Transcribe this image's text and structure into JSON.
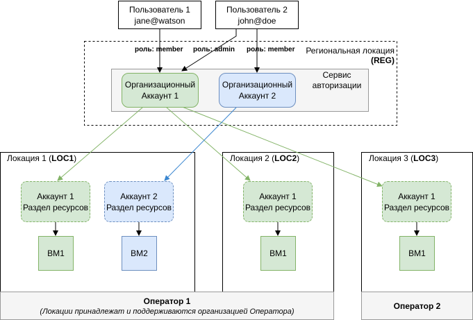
{
  "users": [
    {
      "line1": "Пользователь 1",
      "line2": "jane@watson"
    },
    {
      "line1": "Пользователь 2",
      "line2": "john@doe"
    }
  ],
  "roles": {
    "member_1": "роль: member",
    "admin": "роль: admin",
    "member_2": "роль: member"
  },
  "region": {
    "label": "Региональная локация",
    "code": "(REG)"
  },
  "auth_service": {
    "line1": "Сервис",
    "line2": "авторизации"
  },
  "org_accounts": [
    {
      "line1": "Организационный",
      "line2": "Аккаунт 1"
    },
    {
      "line1": "Организационный",
      "line2": "Аккаунт 2"
    }
  ],
  "locations": [
    {
      "prefix": "Локация 1 (",
      "code": "LOC1",
      "suffix": ")"
    },
    {
      "prefix": "Локация 2 (",
      "code": "LOC2",
      "suffix": ")"
    },
    {
      "prefix": "Локация 3 (",
      "code": "LOC3",
      "suffix": ")"
    }
  ],
  "partitions": [
    {
      "line1": "Аккаунт 1",
      "line2": "Раздел ресурсов"
    },
    {
      "line1": "Аккаунт 2",
      "line2": "Раздел ресурсов"
    },
    {
      "line1": "Аккаунт 1",
      "line2": "Раздел ресурсов"
    },
    {
      "line1": "Аккаунт 1",
      "line2": "Раздел ресурсов"
    }
  ],
  "vms": [
    "ВМ1",
    "ВМ2",
    "ВМ1",
    "ВМ1"
  ],
  "operators": [
    {
      "title": "Оператор 1",
      "note": "(Локации принадлежат и поддерживаются организацией Оператора)"
    },
    {
      "title": "Оператор 2"
    }
  ],
  "colors": {
    "green_line": "#82b366",
    "blue_line": "#3a86d0",
    "black_line": "#000000"
  }
}
